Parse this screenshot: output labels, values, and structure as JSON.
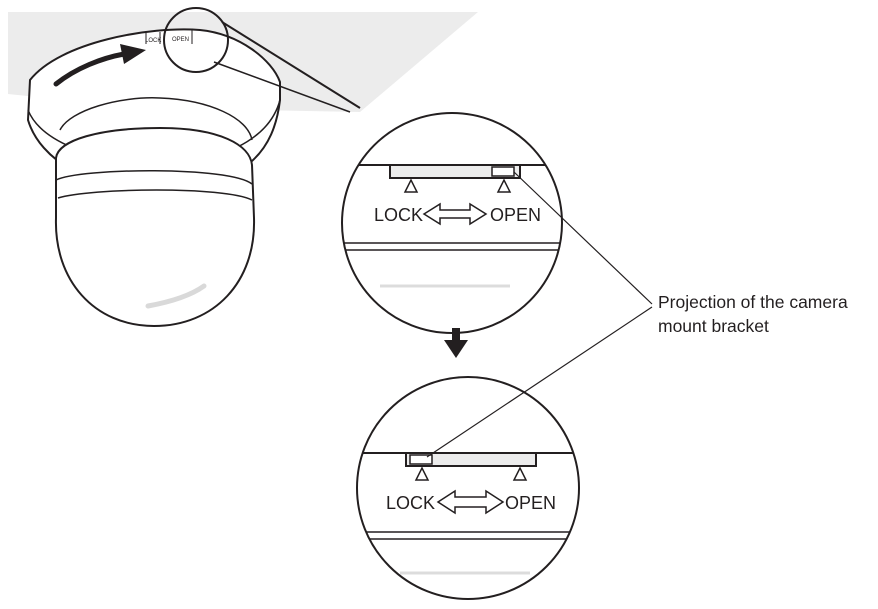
{
  "camera_labels": {
    "lock": "LOCK",
    "open": "OPEN"
  },
  "detail_top": {
    "lock_label": "LOCK",
    "open_label": "OPEN"
  },
  "detail_bottom": {
    "lock_label": "LOCK",
    "open_label": "OPEN"
  },
  "callout": {
    "line1": "Projection of the camera",
    "line2": "mount bracket"
  },
  "colors": {
    "ink": "#231f20",
    "shading": "#ececec",
    "background": "#ffffff"
  }
}
